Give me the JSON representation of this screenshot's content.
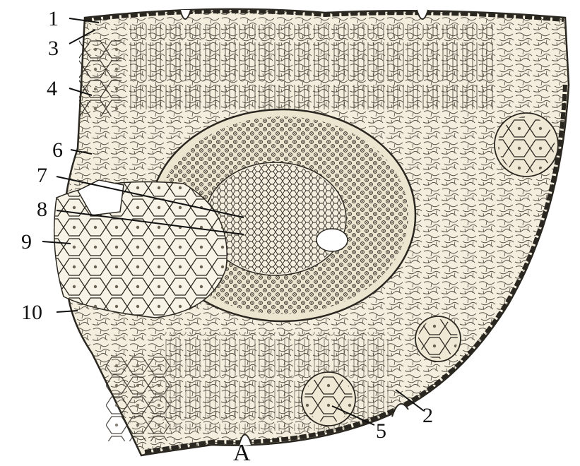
{
  "figure": {
    "title": "A",
    "labels": {
      "l1": "1",
      "l2": "2",
      "l3": "3",
      "l4": "4",
      "l5": "5",
      "l6": "6",
      "l7": "7",
      "l8": "8",
      "l9": "9",
      "l10": "10"
    },
    "colors": {
      "paper": "#f3eedd",
      "ink": "#2a2620",
      "line": "#111111"
    }
  }
}
